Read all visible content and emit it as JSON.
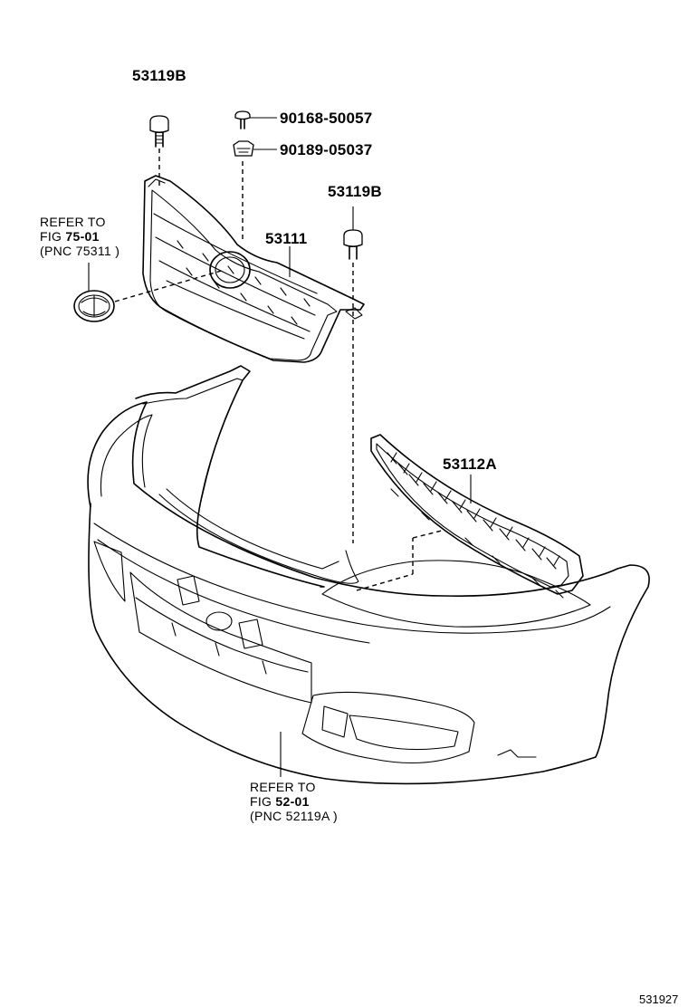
{
  "labels": {
    "clip_top_left": "53119B",
    "screw": "90168-50057",
    "nut": "90189-05037",
    "clip_right": "53119B",
    "grille": "53111",
    "lower_grille": "53112A"
  },
  "references": {
    "emblem": {
      "line1": "REFER TO",
      "line2_prefix": "FIG ",
      "line2_fig": "75-01",
      "line3": "(PNC 75311 )"
    },
    "bumper": {
      "line1": "REFER TO",
      "line2_prefix": "FIG ",
      "line2_fig": "52-01",
      "line3": "(PNC 52119A )"
    }
  },
  "footer": {
    "diagram_code": "531927"
  }
}
